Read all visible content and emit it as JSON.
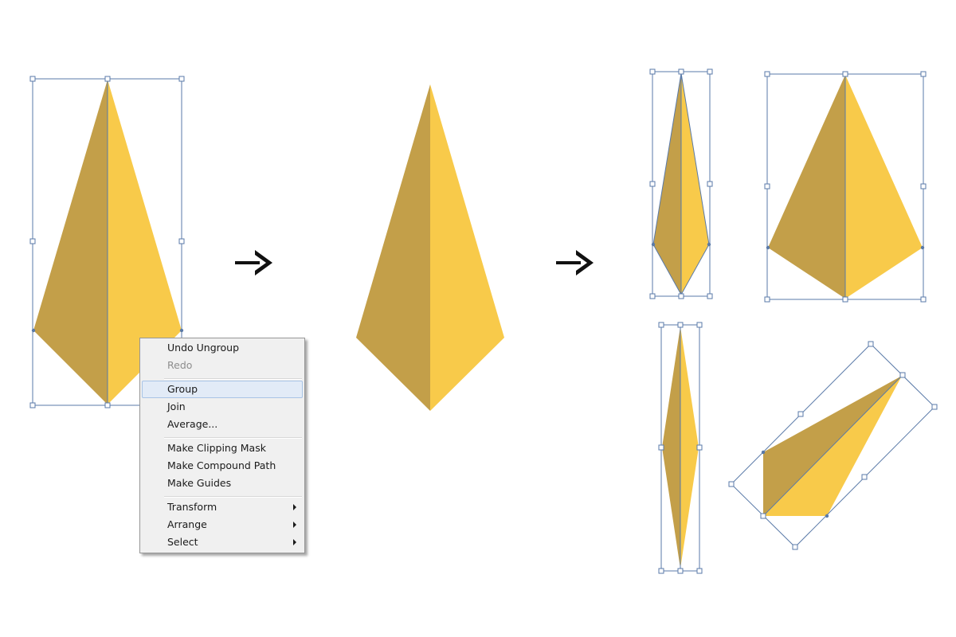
{
  "colors": {
    "shade_dark": "#c39f49",
    "shade_light": "#f8ca4a",
    "selection": "#5a7aa8",
    "arrow": "#111111"
  },
  "context_menu": {
    "groups": [
      [
        {
          "label": "Undo Ungroup",
          "enabled": true
        },
        {
          "label": "Redo",
          "enabled": false
        }
      ],
      [
        {
          "label": "Group",
          "enabled": true,
          "highlighted": true
        },
        {
          "label": "Join",
          "enabled": true
        },
        {
          "label": "Average...",
          "enabled": true
        }
      ],
      [
        {
          "label": "Make Clipping Mask",
          "enabled": true
        },
        {
          "label": "Make Compound Path",
          "enabled": true
        },
        {
          "label": "Make Guides",
          "enabled": true
        }
      ],
      [
        {
          "label": "Transform",
          "enabled": true,
          "submenu": true
        },
        {
          "label": "Arrange",
          "enabled": true,
          "submenu": true
        },
        {
          "label": "Select",
          "enabled": true,
          "submenu": true
        }
      ]
    ]
  }
}
